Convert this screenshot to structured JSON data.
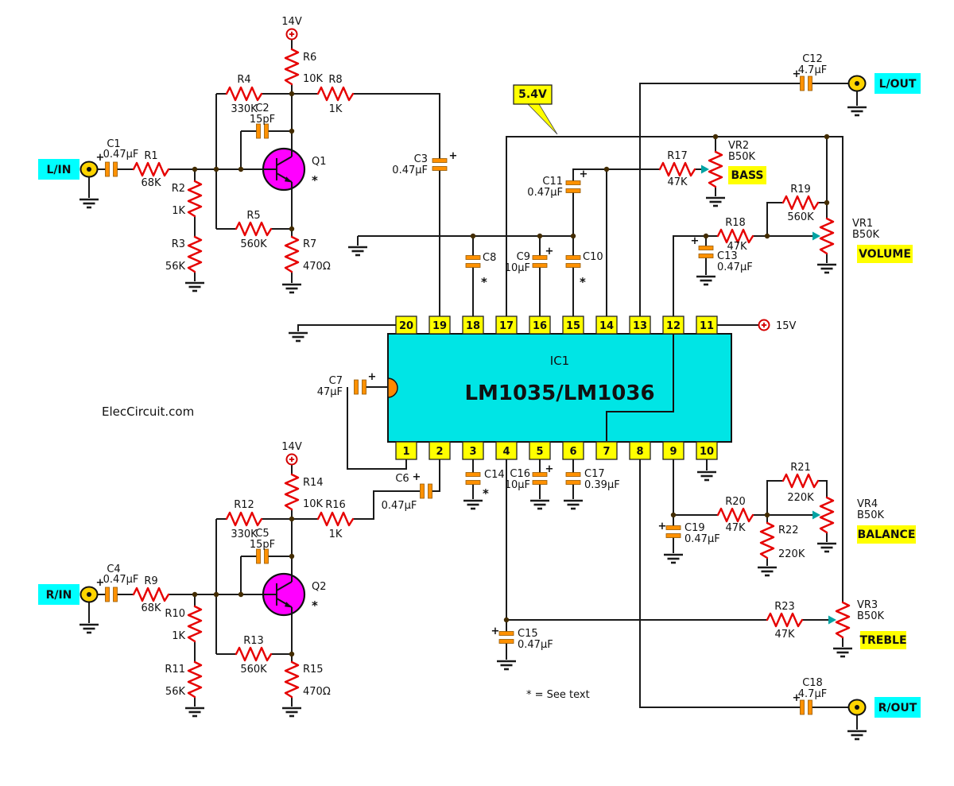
{
  "watermark": "ElecCircuit.com",
  "note": "* = See text",
  "symbols": {
    "plus": "+",
    "star": "*"
  },
  "supplies": {
    "v14": "14V",
    "v15": "15V",
    "v54": "5.4V"
  },
  "io": {
    "l_in": "L/IN",
    "r_in": "R/IN",
    "l_out": "L/OUT",
    "r_out": "R/OUT"
  },
  "controls": {
    "bass": "BASS",
    "volume": "VOLUME",
    "balance": "BALANCE",
    "treble": "TREBLE"
  },
  "ic": {
    "ref": "IC1",
    "part": "LM1035/LM1036",
    "pins_top": [
      "20",
      "19",
      "18",
      "17",
      "16",
      "15",
      "14",
      "13",
      "12",
      "11"
    ],
    "pins_bottom": [
      "1",
      "2",
      "3",
      "4",
      "5",
      "6",
      "7",
      "8",
      "9",
      "10"
    ]
  },
  "transistors": {
    "Q1": {
      "name": "Q1"
    },
    "Q2": {
      "name": "Q2"
    }
  },
  "resistors": {
    "R1": {
      "name": "R1",
      "value": "68K"
    },
    "R2": {
      "name": "R2",
      "value": "1K"
    },
    "R3": {
      "name": "R3",
      "value": "56K"
    },
    "R4": {
      "name": "R4",
      "value": "330K"
    },
    "R5": {
      "name": "R5",
      "value": "560K"
    },
    "R6": {
      "name": "R6",
      "value": "10K"
    },
    "R7": {
      "name": "R7",
      "value": "470Ω"
    },
    "R8": {
      "name": "R8",
      "value": "1K"
    },
    "R9": {
      "name": "R9",
      "value": "68K"
    },
    "R10": {
      "name": "R10",
      "value": "1K"
    },
    "R11": {
      "name": "R11",
      "value": "56K"
    },
    "R12": {
      "name": "R12",
      "value": "330K"
    },
    "R13": {
      "name": "R13",
      "value": "560K"
    },
    "R14": {
      "name": "R14",
      "value": "10K"
    },
    "R15": {
      "name": "R15",
      "value": "470Ω"
    },
    "R16": {
      "name": "R16",
      "value": "1K"
    },
    "R17": {
      "name": "R17",
      "value": "47K"
    },
    "R18": {
      "name": "R18",
      "value": "47K"
    },
    "R19": {
      "name": "R19",
      "value": "560K"
    },
    "R20": {
      "name": "R20",
      "value": "47K"
    },
    "R21": {
      "name": "R21",
      "value": "220K"
    },
    "R22": {
      "name": "R22",
      "value": "220K"
    },
    "R23": {
      "name": "R23",
      "value": "47K"
    }
  },
  "capacitors": {
    "C1": {
      "name": "C1",
      "value": "0.47µF"
    },
    "C2": {
      "name": "C2",
      "value": "15pF"
    },
    "C3": {
      "name": "C3",
      "value": "0.47µF"
    },
    "C4": {
      "name": "C4",
      "value": "0.47µF"
    },
    "C5": {
      "name": "C5",
      "value": "15pF"
    },
    "C6": {
      "name": "C6",
      "value": "0.47µF"
    },
    "C7": {
      "name": "C7",
      "value": "47µF"
    },
    "C8": {
      "name": "C8"
    },
    "C9": {
      "name": "C9",
      "value": "10µF"
    },
    "C10": {
      "name": "C10"
    },
    "C11": {
      "name": "C11",
      "value": "0.47µF"
    },
    "C12": {
      "name": "C12",
      "value": "4.7µF"
    },
    "C13": {
      "name": "C13",
      "value": "0.47µF"
    },
    "C14": {
      "name": "C14"
    },
    "C15": {
      "name": "C15",
      "value": "0.47µF"
    },
    "C16": {
      "name": "C16",
      "value": "10µF"
    },
    "C17": {
      "name": "C17",
      "value": "0.39µF"
    },
    "C18": {
      "name": "C18",
      "value": "4.7µF"
    },
    "C19": {
      "name": "C19",
      "value": "0.47µF"
    }
  },
  "potentiometers": {
    "VR1": {
      "name": "VR1",
      "value": "B50K"
    },
    "VR2": {
      "name": "VR2",
      "value": "B50K"
    },
    "VR3": {
      "name": "VR3",
      "value": "B50K"
    },
    "VR4": {
      "name": "VR4",
      "value": "B50K"
    }
  },
  "colors": {
    "wire": "#1a1a1a",
    "resistor": "#e60000",
    "capacitor": "#ff9100",
    "transistor": "#ff00ff",
    "ic_body": "#00e5e5",
    "pin_box": "#ffff00",
    "highlight": "#ffff00",
    "io_box": "#00ffff",
    "jack": "#ffd400",
    "supply": "#d40000",
    "wiper": "#00a3a3",
    "junction": "#432c00"
  }
}
